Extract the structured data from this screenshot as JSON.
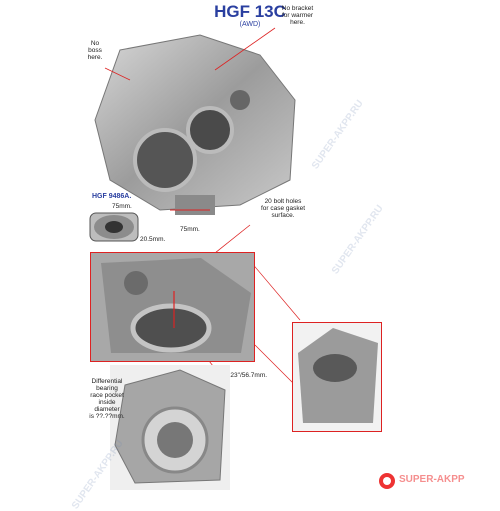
{
  "header": {
    "title": "HGF 13C",
    "subtitle": "(AWD)"
  },
  "notes": {
    "no_bracket": [
      "No bracket",
      "for warmer",
      "here."
    ],
    "no_boss": [
      "No",
      "boss",
      "here."
    ],
    "bolt_holes": [
      "20 bolt holes",
      "for case gasket",
      "surface."
    ],
    "diff_bearing": [
      "Differential",
      "bearing",
      "race pocket",
      "inside",
      "diameter",
      "is ??.??mm."
    ]
  },
  "bearing": {
    "label": "HGF 9486A.",
    "dim_outer": "75mm.",
    "dim_width": "20.5mm."
  },
  "dims": {
    "bottom": "75mm.",
    "height": "2.23\"/56.7mm."
  },
  "watermark": {
    "text": "SUPER-AKPP.RU",
    "logo": "SUPER-AKPP"
  },
  "colors": {
    "title": "#2a3fa0",
    "annotation": "#d22222"
  }
}
